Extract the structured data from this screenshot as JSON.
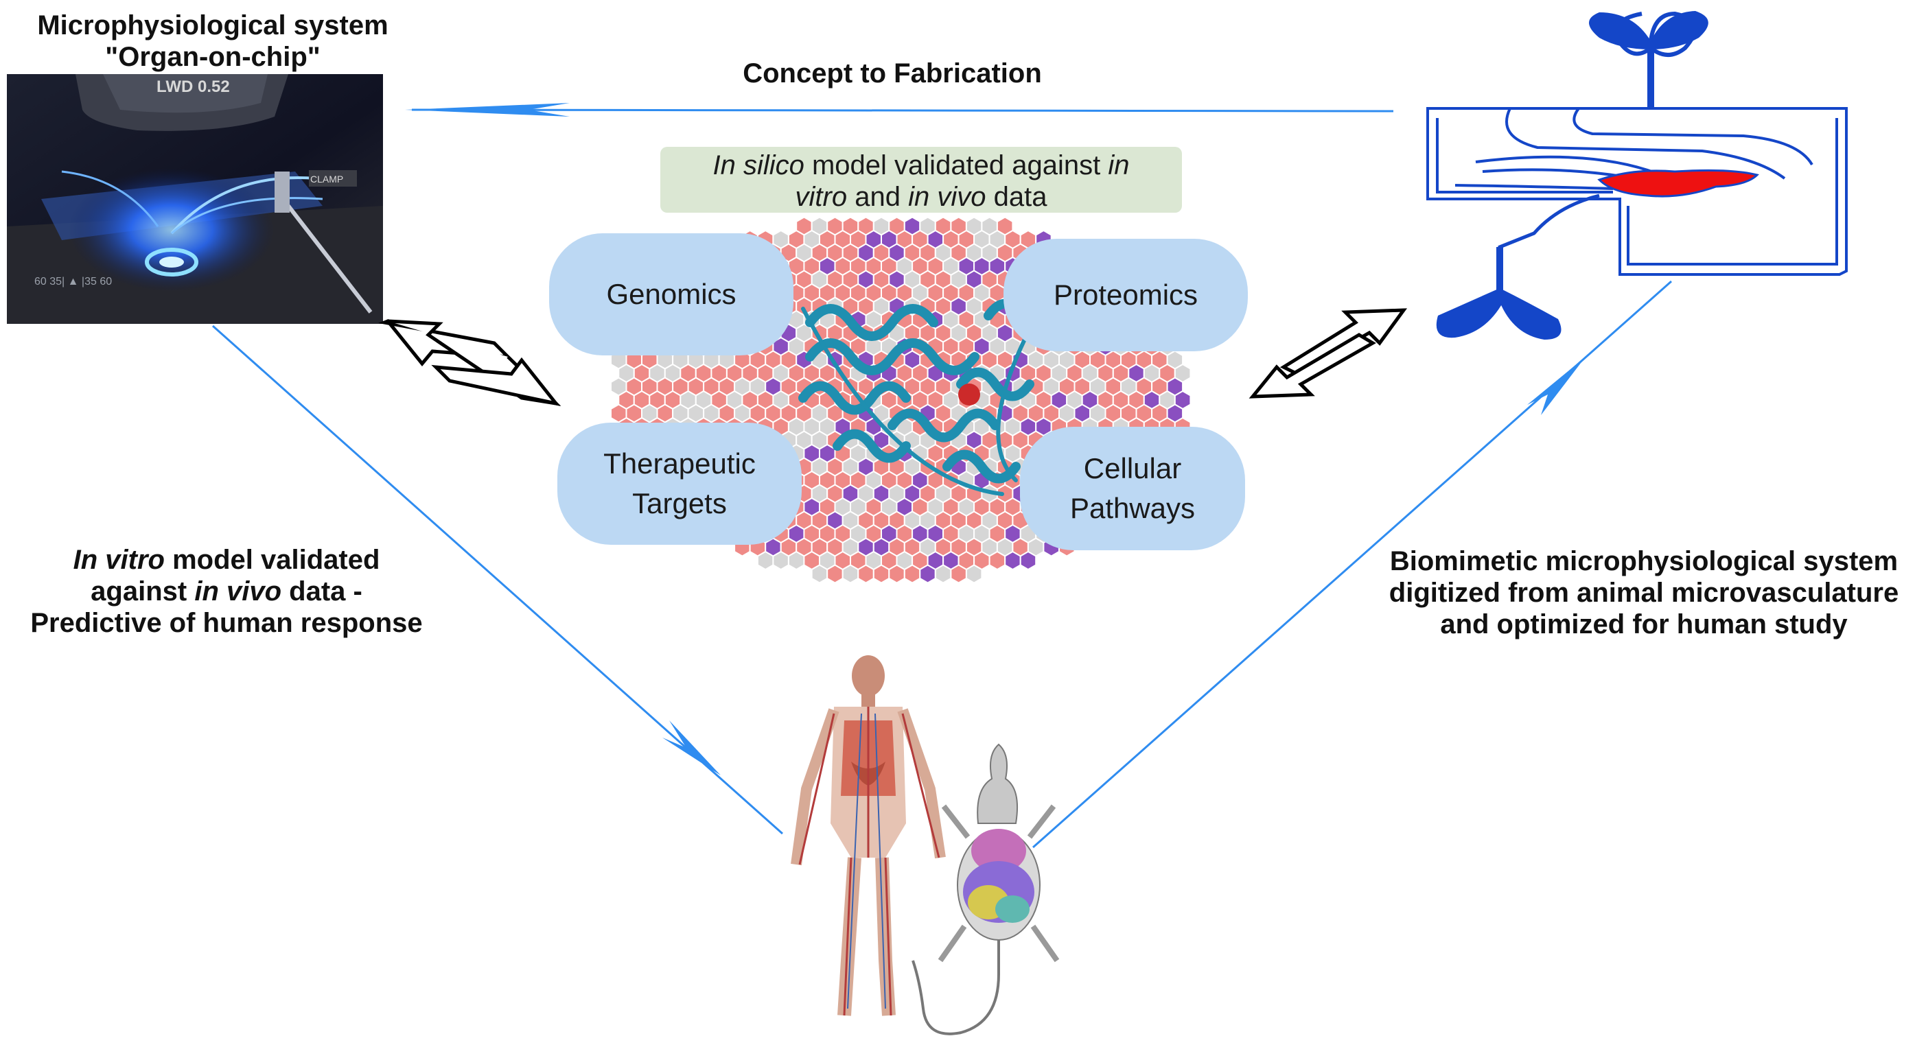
{
  "colors": {
    "arrow_blue": "#2f8cf0",
    "pill_blue": "#bcd8f3",
    "banner_green": "#dbe7d3",
    "chip_blue": "#1446c8",
    "chip_red": "#ee1111",
    "hex_red": "#ef8a87",
    "hex_purple": "#8a4fc0",
    "hex_grey": "#d6d6d6",
    "protein_teal": "#1f8fb0"
  },
  "top_left_title": {
    "line1": "Microphysiological system",
    "line2": "\"Organ-on-chip\""
  },
  "microscope_photo": {
    "lens_label": "LWD 0.52",
    "clamp_label": "CLAMP"
  },
  "top_arrow_label": "Concept to Fabrication",
  "banner": {
    "italic1": "In silico",
    "text1": " model validated against ",
    "italic2": "in vitro",
    "text2": " and ",
    "italic3": "in vivo",
    "text3": " data",
    "line1_prefix": "In silico",
    "line1_mid": " model validated against ",
    "line1_end": "in",
    "line2_start": "vitro",
    "line2_mid": " and ",
    "line2_italic": "in vivo",
    "line2_end": " data"
  },
  "omics": {
    "genomics": "Genomics",
    "proteomics": "Proteomics",
    "therapeutic_line1": "Therapeutic",
    "therapeutic_line2": "Targets",
    "cellular_line1": "Cellular",
    "cellular_line2": "Pathways"
  },
  "left_label": {
    "italic1": "In vitro",
    "text1": " model validated",
    "text2a": "against ",
    "italic2": "in vivo",
    "text2b": " data -",
    "line3": "Predictive of human response"
  },
  "right_label": {
    "line1": "Biomimetic microphysiological system",
    "line2": "digitized from animal microvasculature",
    "line3": "and optimized for human study"
  },
  "icons": [
    "microscope-photo",
    "microfluidic-chip-icon",
    "protein-structure-icon",
    "human-anatomy-icon",
    "rat-anatomy-icon",
    "double-arrow-icon"
  ]
}
